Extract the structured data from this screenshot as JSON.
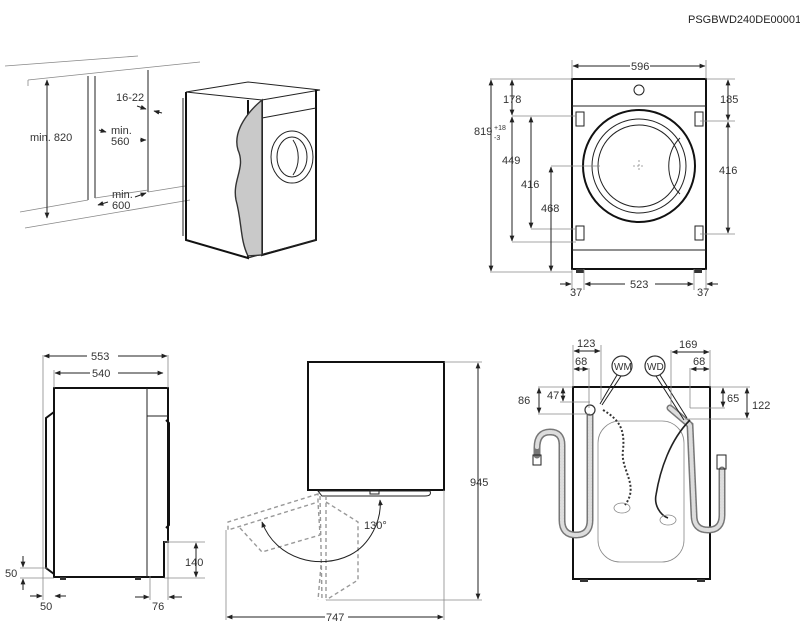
{
  "doc_code": "PSGBWD240DE00001",
  "niche": {
    "height_label": "min. 820",
    "panel_label": "16-22",
    "width_label_1": "min.",
    "width_label_2": "560",
    "depth_label_1": "min.",
    "depth_label_2": "600"
  },
  "front": {
    "width": "596",
    "height_main": "819",
    "height_tol_plus": "+18",
    "height_tol_minus": "-3",
    "left_top": "178",
    "left_span": "449",
    "hinge_span": "416",
    "door_center": "468",
    "right_top": "185",
    "right_span": "416",
    "foot_left": "37",
    "foot_span": "523",
    "foot_right": "37"
  },
  "side": {
    "depth_total": "553",
    "depth_body": "540",
    "base_height": "50",
    "front_offset": "50",
    "rear_step_height": "140",
    "rear_offset": "76"
  },
  "top": {
    "angle": "130°",
    "height": "945",
    "width": "747"
  },
  "rear": {
    "wm_label": "WM",
    "wd_label": "WD",
    "left_outer": "123",
    "left_inner": "68",
    "right_outer": "169",
    "right_inner": "68",
    "left_v_outer": "86",
    "left_v_inner": "47",
    "right_v_inner": "65",
    "right_v_outer": "122"
  }
}
